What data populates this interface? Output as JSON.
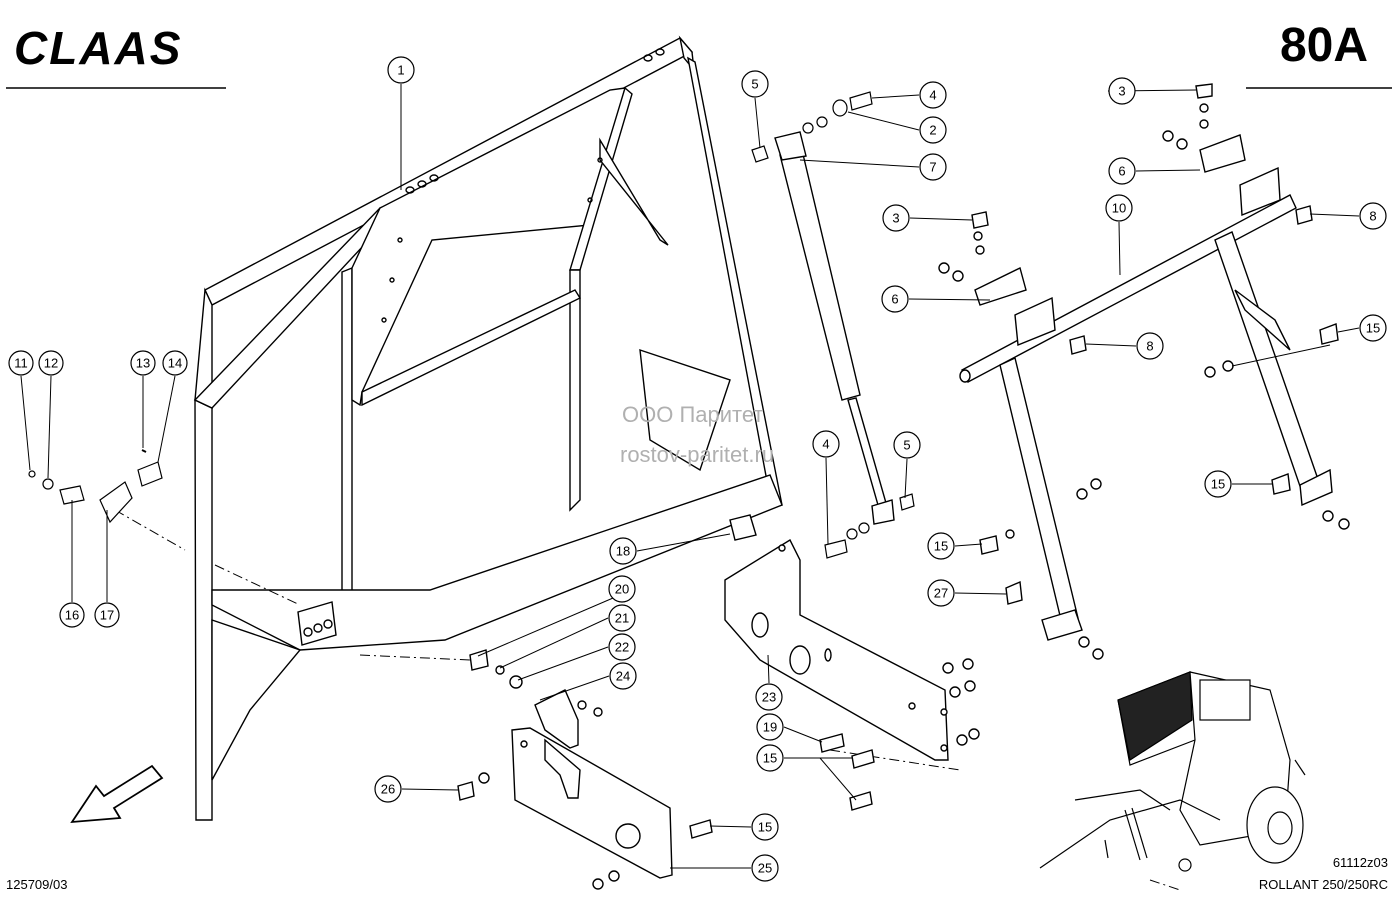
{
  "brand": "CLAAS",
  "page_code": "80A",
  "drawing_number": "125709/03",
  "figure_number": "61112z03",
  "model": "ROLLANT 250/250RC",
  "watermark": {
    "line1": "ООО Паритет",
    "line2": "rostov-paritet.ru"
  },
  "callouts": [
    {
      "id": "c1",
      "label": "1"
    },
    {
      "id": "c5a",
      "label": "5"
    },
    {
      "id": "c4a",
      "label": "4"
    },
    {
      "id": "c2",
      "label": "2"
    },
    {
      "id": "c7",
      "label": "7"
    },
    {
      "id": "c3a",
      "label": "3"
    },
    {
      "id": "c6a",
      "label": "6"
    },
    {
      "id": "c10",
      "label": "10"
    },
    {
      "id": "c8a",
      "label": "8"
    },
    {
      "id": "c3b",
      "label": "3"
    },
    {
      "id": "c6b",
      "label": "6"
    },
    {
      "id": "c8b",
      "label": "8"
    },
    {
      "id": "c15a",
      "label": "15"
    },
    {
      "id": "c11",
      "label": "11"
    },
    {
      "id": "c12",
      "label": "12"
    },
    {
      "id": "c13",
      "label": "13"
    },
    {
      "id": "c14",
      "label": "14"
    },
    {
      "id": "c16",
      "label": "16"
    },
    {
      "id": "c17",
      "label": "17"
    },
    {
      "id": "c4b",
      "label": "4"
    },
    {
      "id": "c5b",
      "label": "5"
    },
    {
      "id": "c15b",
      "label": "15"
    },
    {
      "id": "c15c",
      "label": "15"
    },
    {
      "id": "c27",
      "label": "27"
    },
    {
      "id": "c18",
      "label": "18"
    },
    {
      "id": "c20",
      "label": "20"
    },
    {
      "id": "c21",
      "label": "21"
    },
    {
      "id": "c22",
      "label": "22"
    },
    {
      "id": "c24",
      "label": "24"
    },
    {
      "id": "c23",
      "label": "23"
    },
    {
      "id": "c19",
      "label": "19"
    },
    {
      "id": "c15d",
      "label": "15"
    },
    {
      "id": "c26",
      "label": "26"
    },
    {
      "id": "c15e",
      "label": "15"
    },
    {
      "id": "c25",
      "label": "25"
    }
  ]
}
